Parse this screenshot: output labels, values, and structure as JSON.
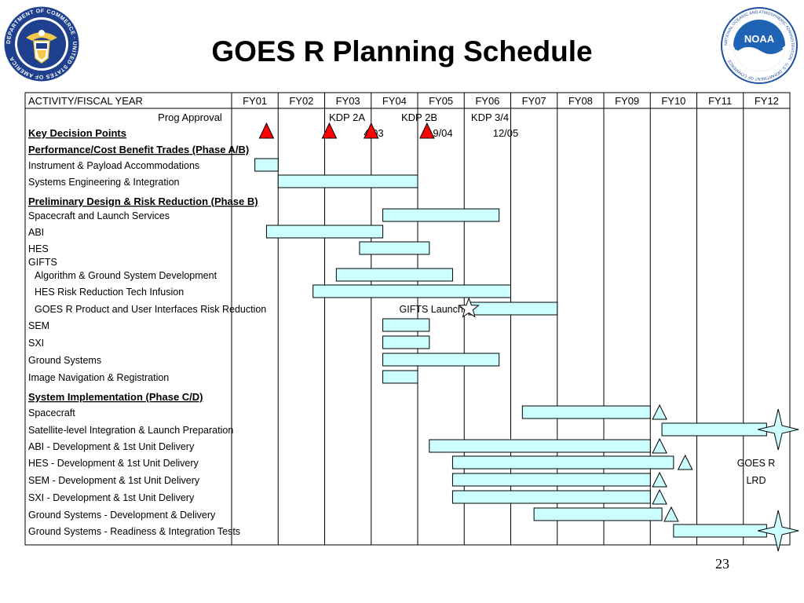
{
  "title": "GOES R Planning Schedule",
  "page_number": "23",
  "logos": {
    "left": {
      "name": "department-of-commerce-seal",
      "ring_text": "DEPARTMENT OF COMMERCE · UNITED STATES OF AMERICA"
    },
    "right": {
      "name": "noaa-logo",
      "center_text": "NOAA",
      "ring_text": "NATIONAL OCEANIC AND ATMOSPHERIC ADMINISTRATION · U.S. DEPARTMENT OF COMMERCE"
    }
  },
  "colors": {
    "bar_fill": "#ccffff",
    "milestone_red": "#ff0000",
    "milestone_light": "#ccffff"
  },
  "table": {
    "header_label": "ACTIVITY/FISCAL YEAR",
    "years": [
      "FY01",
      "FY02",
      "FY03",
      "FY04",
      "FY05",
      "FY06",
      "FY07",
      "FY08",
      "FY09",
      "FY10",
      "FY11",
      "FY12"
    ]
  },
  "decision_points": {
    "row_label": "Key Decision Points",
    "milestones": [
      {
        "name": "Prog Approval",
        "at": 2001.75,
        "date": ""
      },
      {
        "name": "KDP 2A",
        "at": 2003.1,
        "date": "4/03"
      },
      {
        "name": "KDP 2B",
        "at": 2004.0,
        "date": "9/04"
      },
      {
        "name": "KDP 3/4",
        "at": 2005.2,
        "date": "12/05"
      }
    ]
  },
  "rows": [
    {
      "label": "Performance/Cost Benefit Trades (Phase A/B)",
      "kind": "section"
    },
    {
      "label": "Instrument & Payload Accommodations",
      "bars": [
        [
          2001.5,
          2002.0
        ]
      ]
    },
    {
      "label": "Systems Engineering & Integration",
      "bars": [
        [
          2002.0,
          2005.0
        ]
      ]
    },
    {
      "label": "Preliminary Design & Risk Reduction (Phase B)",
      "kind": "section"
    },
    {
      "label": "Spacecraft and Launch Services",
      "bars": [
        [
          2004.25,
          2006.75
        ]
      ]
    },
    {
      "label": "ABI",
      "bars": [
        [
          2001.75,
          2004.25
        ]
      ]
    },
    {
      "label": "HES",
      "bars": [
        [
          2003.75,
          2005.25
        ]
      ]
    },
    {
      "label": "GIFTS",
      "kind": "group"
    },
    {
      "label": "Algorithm & Ground System Development",
      "indent": true,
      "bars": [
        [
          2003.25,
          2005.75
        ]
      ]
    },
    {
      "label": "HES Risk Reduction Tech Infusion",
      "indent": true,
      "bars": [
        [
          2002.75,
          2007.0
        ]
      ]
    },
    {
      "label": "GOES R Product and User Interfaces Risk Reduction",
      "indent": true,
      "bars": [
        [
          2006.1,
          2008.0
        ]
      ],
      "note": "GIFTS Launch",
      "star_at": 2006.1
    },
    {
      "label": "SEM",
      "bars": [
        [
          2004.25,
          2005.25
        ]
      ]
    },
    {
      "label": "SXI",
      "bars": [
        [
          2004.25,
          2005.25
        ]
      ]
    },
    {
      "label": "Ground Systems",
      "bars": [
        [
          2004.25,
          2006.75
        ]
      ]
    },
    {
      "label": "Image Navigation & Registration",
      "bars": [
        [
          2004.25,
          2005.0
        ]
      ]
    },
    {
      "label": "System Implementation (Phase C/D)",
      "kind": "section"
    },
    {
      "label": "Spacecraft",
      "bars": [
        [
          2007.25,
          2010.0
        ]
      ],
      "tri_at": 2010.2
    },
    {
      "label": "Satellite-level Integration & Launch Preparation",
      "bars": [
        [
          2010.25,
          2012.5
        ]
      ],
      "star4_at": 2012.75
    },
    {
      "label": "ABI  - Development & 1st Unit Delivery",
      "bars": [
        [
          2005.25,
          2010.0
        ]
      ],
      "tri_at": 2010.2
    },
    {
      "label": "HES - Development & 1st Unit Delivery",
      "bars": [
        [
          2005.75,
          2010.5
        ]
      ],
      "tri_at": 2010.75,
      "right_note": "GOES R"
    },
    {
      "label": "SEM - Development & 1st Unit Delivery",
      "bars": [
        [
          2005.75,
          2010.0
        ]
      ],
      "tri_at": 2010.2,
      "right_note": "LRD"
    },
    {
      "label": "SXI - Development & 1st Unit Delivery",
      "bars": [
        [
          2005.75,
          2010.0
        ]
      ],
      "tri_at": 2010.2
    },
    {
      "label": "Ground Systems - Development & Delivery",
      "bars": [
        [
          2007.5,
          2010.25
        ]
      ],
      "tri_at": 2010.45
    },
    {
      "label": "Ground Systems - Readiness & Integration Tests",
      "bars": [
        [
          2010.5,
          2012.5
        ]
      ],
      "star4_at": 2012.75
    }
  ]
}
